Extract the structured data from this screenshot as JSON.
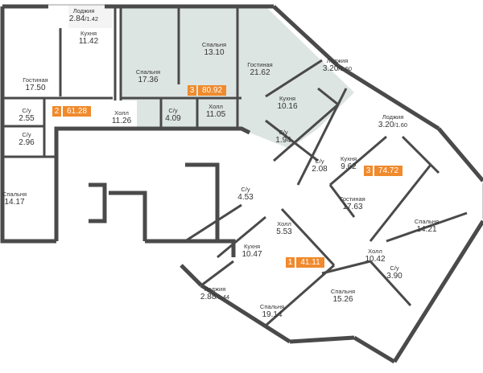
{
  "apartments": [
    {
      "rooms": "2",
      "area": "61.28"
    },
    {
      "rooms": "3",
      "area": "80.92"
    },
    {
      "rooms": "3",
      "area": "74.72"
    },
    {
      "rooms": "1",
      "area": "41.11"
    }
  ],
  "rooms": [
    {
      "name": "Лоджия",
      "area": "2.84",
      "sub": "/1.42"
    },
    {
      "name": "Кухня",
      "area": "11.42"
    },
    {
      "name": "Гостиная",
      "area": "17.50"
    },
    {
      "name": "С/у",
      "area": "2.55"
    },
    {
      "name": "С/у",
      "area": "2.96"
    },
    {
      "name": "Спальня",
      "area": "14.17"
    },
    {
      "name": "Холл",
      "area": "11.26"
    },
    {
      "name": "Спальня",
      "area": "17.36"
    },
    {
      "name": "Спальня",
      "area": "13.10"
    },
    {
      "name": "Гостиная",
      "area": "21.62"
    },
    {
      "name": "С/у",
      "area": "4.09"
    },
    {
      "name": "Холл",
      "area": "11.05"
    },
    {
      "name": "Лоджия",
      "area": "3.20",
      "sub": "/1.60"
    },
    {
      "name": "Кухня",
      "area": "10.16"
    },
    {
      "name": "Лоджия",
      "area": "3.20",
      "sub": "/1.60"
    },
    {
      "name": "С/у",
      "area": "1.94"
    },
    {
      "name": "С/у",
      "area": "2.08"
    },
    {
      "name": "Кухня",
      "area": "9.62"
    },
    {
      "name": "Гостиная",
      "area": "17.63"
    },
    {
      "name": "Спальня",
      "area": "14.21"
    },
    {
      "name": "С/у",
      "area": "4.53"
    },
    {
      "name": "Холл",
      "area": "5.53"
    },
    {
      "name": "Кухня",
      "area": "10.47"
    },
    {
      "name": "Холл",
      "area": "10.42"
    },
    {
      "name": "С/у",
      "area": "3.90"
    },
    {
      "name": "Спальня",
      "area": "15.26"
    },
    {
      "name": "Лоджия",
      "area": "2.88",
      "sub": "/1.44"
    },
    {
      "name": "Спальня",
      "area": "19.14"
    }
  ],
  "colors": {
    "badge": "#f08a2c",
    "highlight": "#dde5e3",
    "wall": "#4a4a4a"
  }
}
